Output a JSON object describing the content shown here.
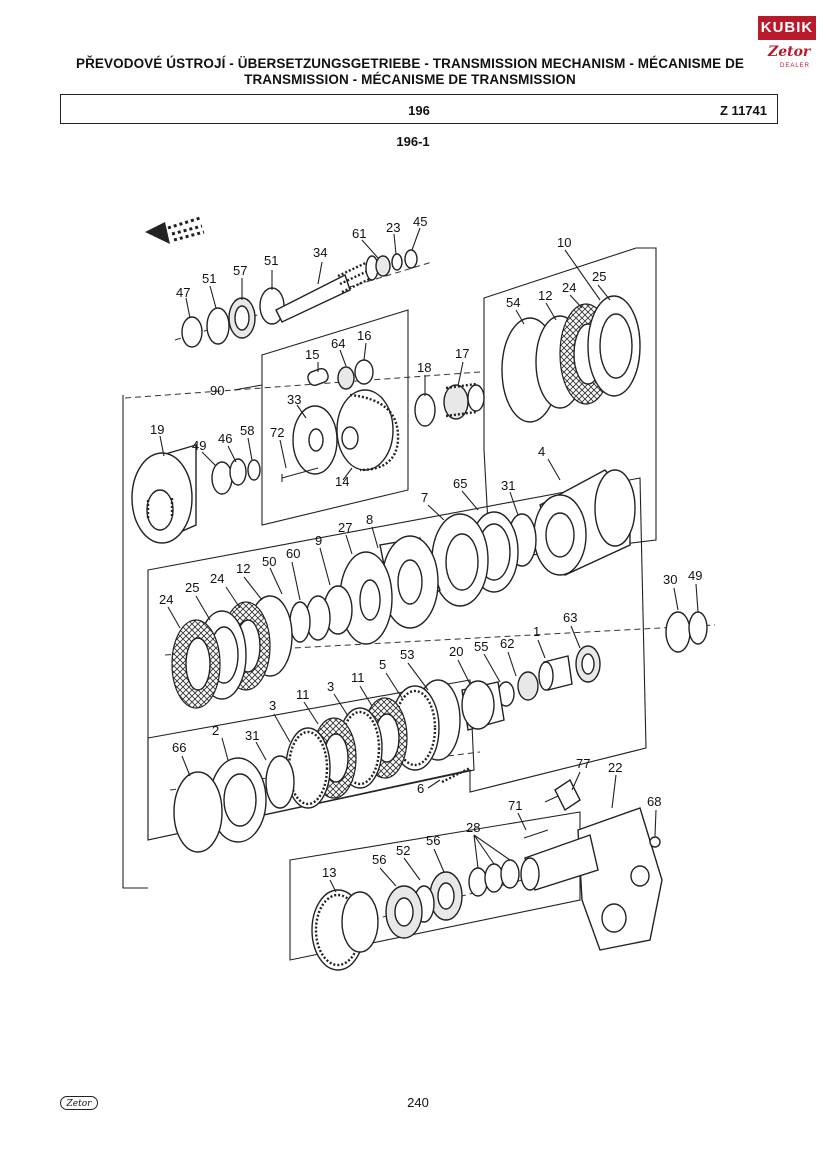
{
  "header": {
    "title": "PŘEVODOVÉ ÚSTROJÍ - ÜBERSETZUNGSGETRIEBE - TRANSMISSION MECHANISM - MÉCANISME DE TRANSMISSION - MÉCANISME DE TRANSMISSION",
    "section_number": "196",
    "catalog_code": "Z 11741"
  },
  "subsection": "196-1",
  "logo": {
    "brand": "KUBIK",
    "make": "Zetor",
    "dealer": "DEALER"
  },
  "footer": {
    "page_number": "240",
    "logo_text": "Zetor"
  },
  "colors": {
    "accent": "#b8192b",
    "line": "#222222"
  },
  "callouts": {
    "c10": "10",
    "c47": "47",
    "c51a": "51",
    "c57": "57",
    "c51b": "51",
    "c34": "34",
    "c61": "61",
    "c23": "23",
    "c45": "45",
    "c54": "54",
    "c12a": "12",
    "c24a": "24",
    "c25a": "25",
    "c15": "15",
    "c64": "64",
    "c16": "16",
    "c18": "18",
    "c17": "17",
    "c90": "90",
    "c33": "33",
    "c19": "19",
    "c49a": "49",
    "c46": "46",
    "c58": "58",
    "c72": "72",
    "c14": "14",
    "c4": "4",
    "c7": "7",
    "c65": "65",
    "c31a": "31",
    "c27": "27",
    "c8": "8",
    "c9": "9",
    "c50": "50",
    "c60": "60",
    "c12b": "12",
    "c24b": "24",
    "c25b": "25",
    "c24c": "24",
    "c30": "30",
    "c49b": "49",
    "c1": "1",
    "c63": "63",
    "c62": "62",
    "c55": "55",
    "c20": "20",
    "c53": "53",
    "c5": "5",
    "c11a": "11",
    "c3a": "3",
    "c11b": "11",
    "c3b": "3",
    "c2": "2",
    "c31b": "31",
    "c66": "66",
    "c6": "6",
    "c77": "77",
    "c22": "22",
    "c71": "71",
    "c68": "68",
    "c28": "28",
    "c13": "13",
    "c56a": "56",
    "c52": "52",
    "c56b": "56"
  }
}
